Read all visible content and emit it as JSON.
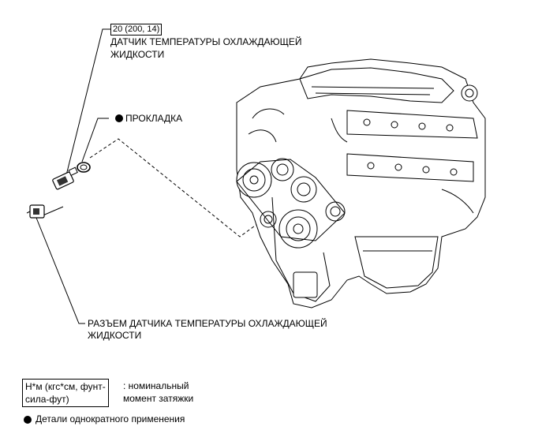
{
  "torque_spec": "20 (200, 14)",
  "callouts": {
    "sensor_line1": "ДАТЧИК ТЕМПЕРАТУРЫ ОХЛАЖДАЮЩЕЙ",
    "sensor_line2": "ЖИДКОСТИ",
    "gasket": "ПРОКЛАДКА",
    "connector_line1": "РАЗЪЕМ ДАТЧИКА ТЕМПЕРАТУРЫ ОХЛАЖДАЮЩЕЙ",
    "connector_line2": "ЖИДКОСТИ"
  },
  "legend": {
    "unit_line1": "Н*м (кгс*см, фунт-",
    "unit_line2": "сила-фут)",
    "unit_desc_line1": ": номинальный",
    "unit_desc_line2": "момент затяжки",
    "non_reusable": "Детали однократного применения"
  },
  "icons": [
    "filled-circle-bullet-icon"
  ]
}
